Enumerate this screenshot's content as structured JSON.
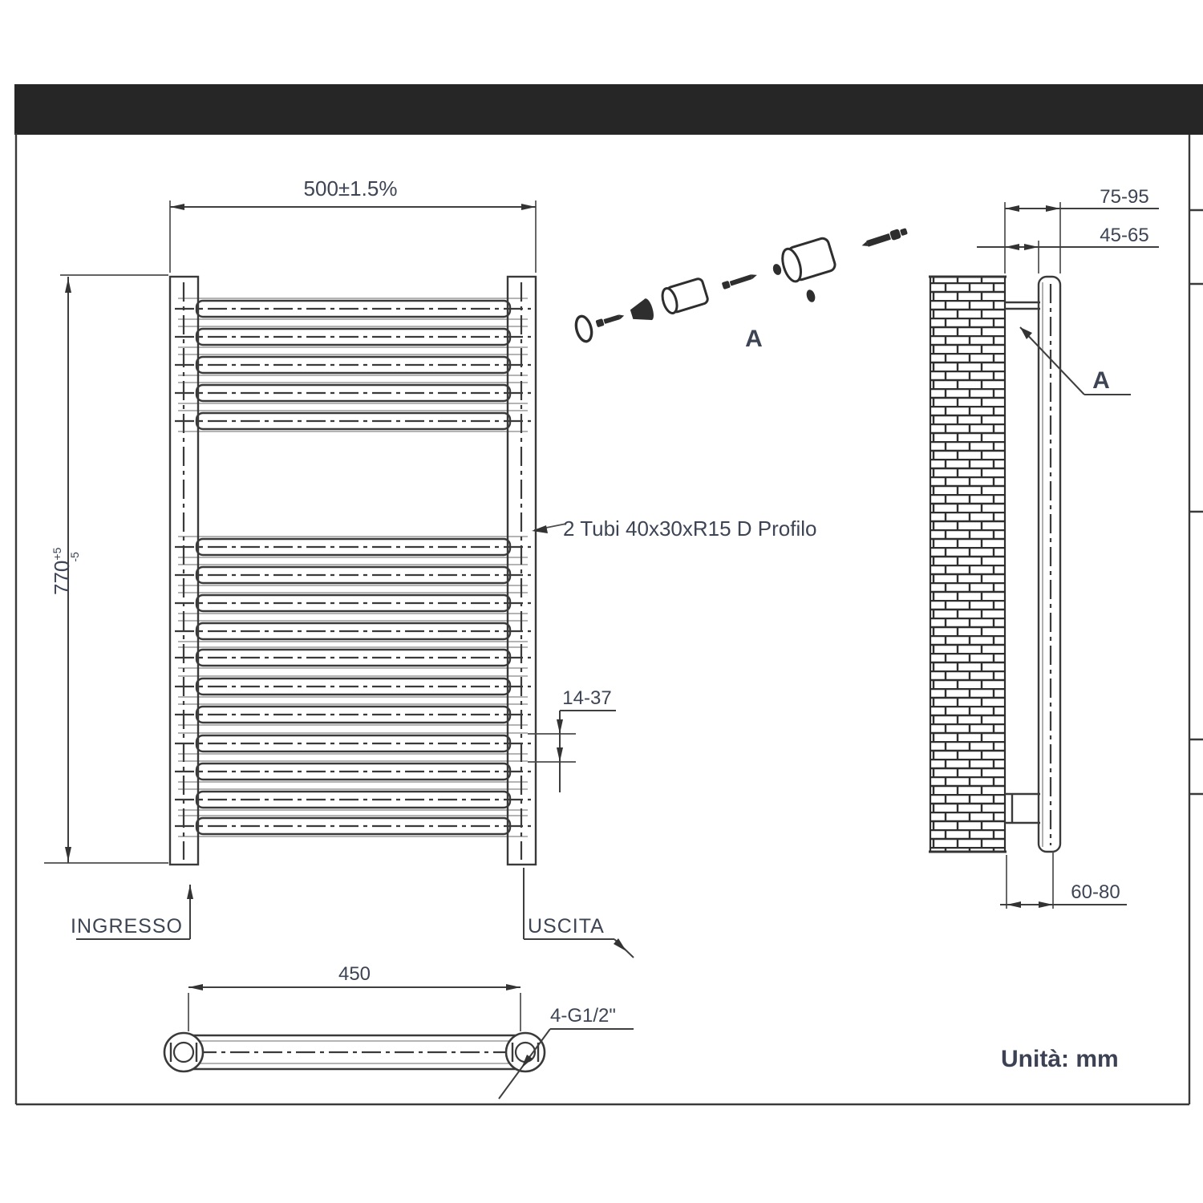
{
  "page": {
    "background": "#ffffff",
    "line_color": "#3a3a3a",
    "text_color": "#3d4454",
    "header_bar_color": "#262626"
  },
  "front_view": {
    "width_dim": "500±1.5%",
    "height_dim": "770",
    "height_tol_upper": "+5",
    "height_tol_lower": "-5",
    "tube_note": "2 Tubi 40x30xR15 D Profilo",
    "spacing_dim": "14-37",
    "inlet_label": "INGRESSO",
    "outlet_label": "USCITA",
    "top_rung_centers": [
      385,
      420,
      455,
      490,
      525
    ],
    "bottom_rung_centers": [
      682,
      717,
      752,
      787,
      820,
      856,
      891,
      927,
      962,
      997,
      1030
    ]
  },
  "side_view": {
    "wall_offset_outer_dim": "75-95",
    "wall_offset_inner_dim": "45-65",
    "floor_offset_dim": "60-80",
    "detail_label": "A"
  },
  "exploded_view": {
    "detail_label": "A"
  },
  "bottom_view": {
    "length_dim": "450",
    "thread_note": "4-G1/2\""
  },
  "footer": {
    "units_label": "Unità: mm"
  },
  "frame": {
    "right_tick_ys": [
      262,
      354,
      638,
      922,
      990
    ]
  }
}
